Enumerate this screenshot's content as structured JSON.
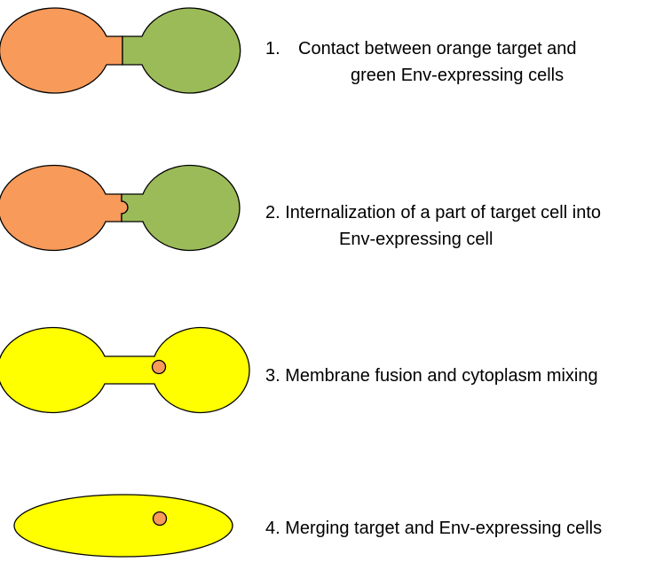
{
  "colors": {
    "orange": "#F79A5A",
    "green": "#9BBB59",
    "yellow": "#FFFF00",
    "outline": "#000000",
    "text": "#000000"
  },
  "steps": [
    {
      "number": "1.",
      "line1": "Contact between orange target and",
      "line2": "green Env-expressing cells"
    },
    {
      "line1": "2. Internalization of a part of target cell into",
      "line2": "Env-expressing cell"
    },
    {
      "line1": "3. Membrane fusion and cytoplasm mixing"
    },
    {
      "line1": "4. Merging target and Env-expressing cells"
    }
  ]
}
